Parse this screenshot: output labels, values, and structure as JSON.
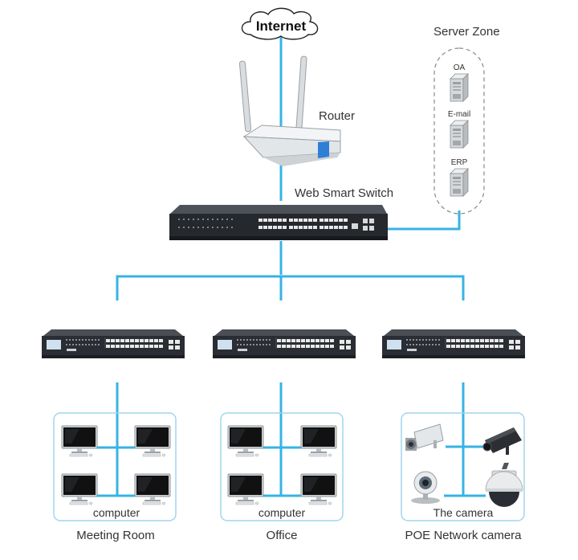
{
  "internet": {
    "label": "Internet"
  },
  "router": {
    "label": "Router"
  },
  "core_switch": {
    "label": "Web Smart Switch"
  },
  "server_zone": {
    "title": "Server Zone",
    "servers": [
      {
        "label": "OA"
      },
      {
        "label": "E-mail"
      },
      {
        "label": "ERP"
      }
    ]
  },
  "zones": [
    {
      "name": "Meeting Room",
      "group_label": "computer"
    },
    {
      "name": "Office",
      "group_label": "computer"
    },
    {
      "name": "POE Network camera",
      "group_label": "The camera"
    }
  ],
  "colors": {
    "link": "#37b3e4",
    "box_border": "#9fd6ee",
    "switch_body": "#2a2d33",
    "router_accent": "#2e7fd6"
  }
}
